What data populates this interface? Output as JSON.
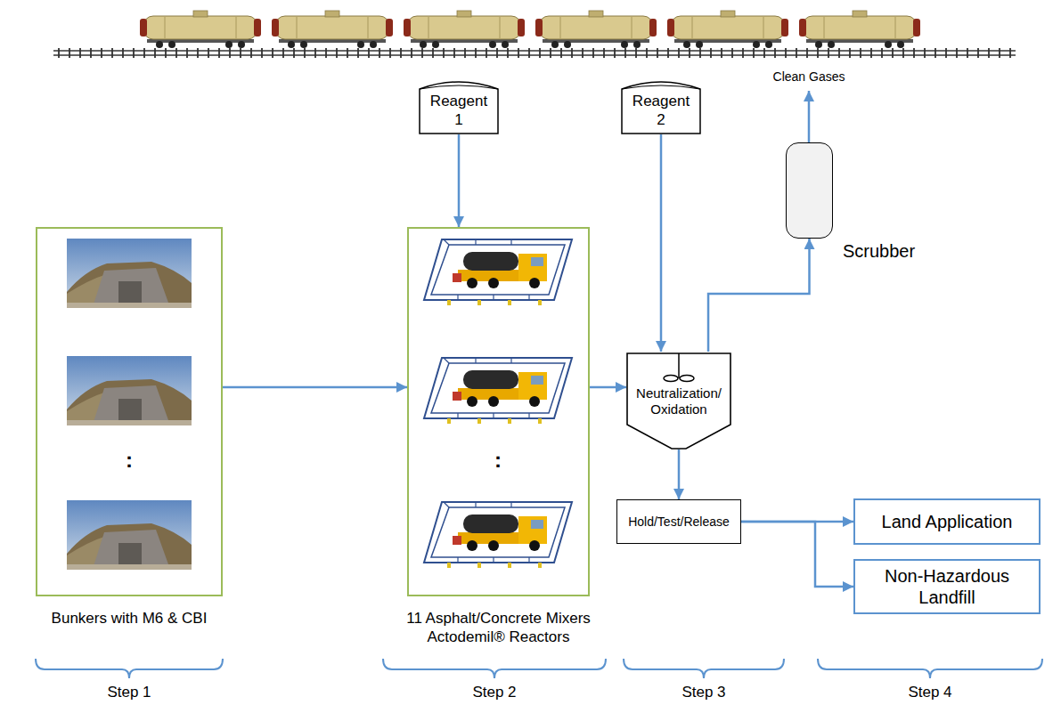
{
  "diagram": {
    "nodes": [
      {
        "text": [
          "Bunkers with M6 & CBI"
        ]
      },
      {
        "text": [
          "Reagent 1"
        ]
      },
      {
        "text": [
          "11 Asphalt/Concrete Mixers Actodemil® Reactors"
        ]
      },
      {
        "text": [
          "Reagent 2"
        ]
      },
      {
        "text": [
          "Scrubber"
        ]
      },
      {
        "text": [
          "Neutralization/ Oxidation"
        ]
      },
      {
        "text": [
          "Hold/Test/Release"
        ]
      },
      {
        "text": [
          "Land Application"
        ]
      },
      {
        "text": [
          "Non-Hazardous Landfill"
        ]
      }
    ],
    "edges": [
      {
        "from": 0,
        "to": 2,
        "arrow": "to"
      },
      {
        "from": 1,
        "to": 2,
        "arrow": "to"
      },
      {
        "from": 2,
        "to": 5,
        "arrow": "to"
      },
      {
        "from": 3,
        "to": 5,
        "arrow": "to"
      },
      {
        "from": 5,
        "to": 4,
        "arrow": "to"
      },
      {
        "from": 5,
        "to": 6,
        "arrow": "to"
      },
      {
        "from": 6,
        "to": 7,
        "arrow": "to"
      },
      {
        "from": 6,
        "to": 8,
        "arrow": "to"
      }
    ],
    "labels": [
      "Clean Gases",
      ":",
      ":",
      "Step 1",
      "Step 2",
      "Step 3",
      "Step 4"
    ]
  }
}
